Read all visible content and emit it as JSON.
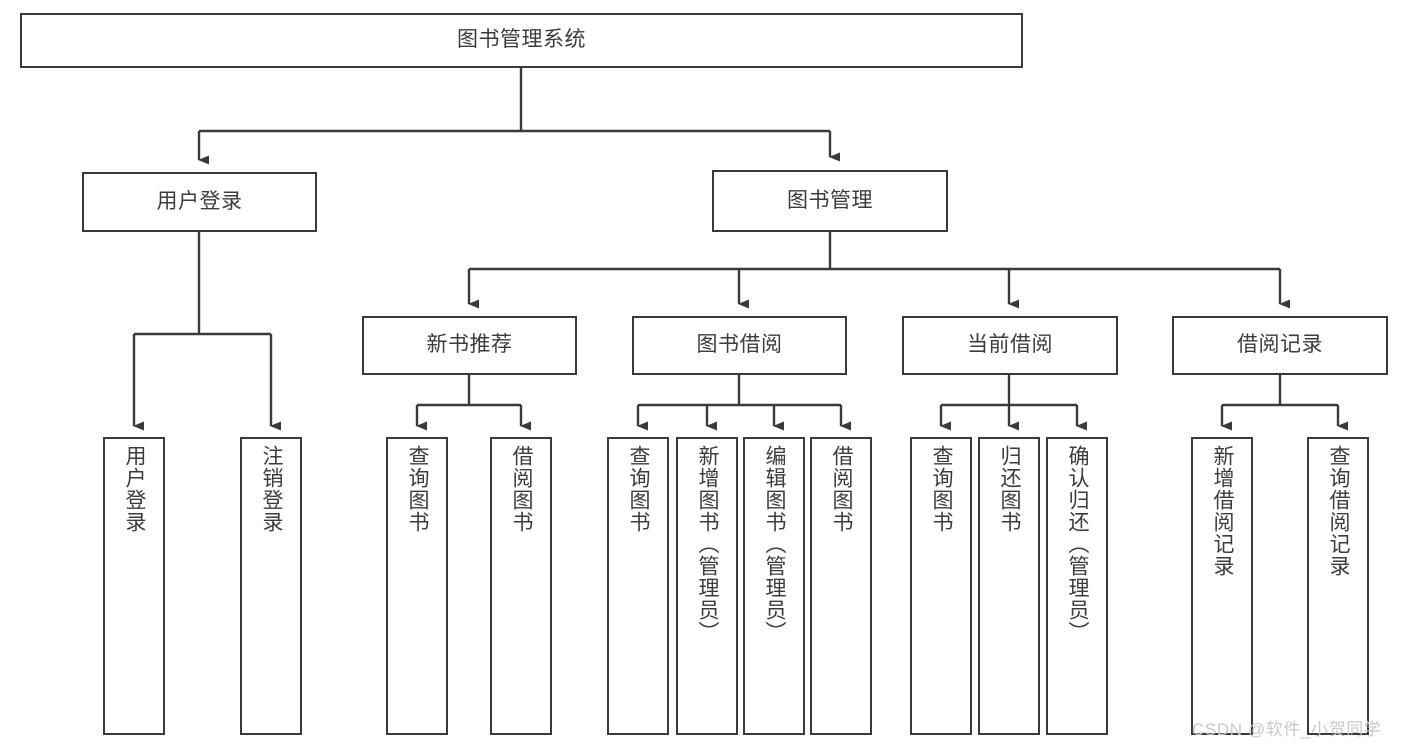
{
  "diagram": {
    "title": "图书管理系统",
    "type": "tree-hierarchy-chart",
    "watermark": "CSDN @软件_小贺同学",
    "colors": {
      "stroke": "#3a3a3a",
      "text": "#3c3c3c",
      "background": "#ffffff",
      "watermark": "#c9c9c9"
    },
    "nodes": {
      "root": {
        "label": "图书管理系统"
      },
      "level2": [
        {
          "id": "user-login",
          "label": "用户登录"
        },
        {
          "id": "book-management",
          "label": "图书管理"
        }
      ],
      "level3": [
        {
          "id": "new-book-recommend",
          "label": "新书推荐"
        },
        {
          "id": "book-borrow",
          "label": "图书借阅"
        },
        {
          "id": "current-borrow",
          "label": "当前借阅"
        },
        {
          "id": "borrow-record",
          "label": "借阅记录"
        }
      ],
      "leaves": {
        "user-login": [
          {
            "id": "leaf-user-login",
            "label": "用户登录"
          },
          {
            "id": "leaf-logout-login",
            "label": "注销登录"
          }
        ],
        "new-book-recommend": [
          {
            "id": "leaf-query-book-1",
            "label": "查询图书"
          },
          {
            "id": "leaf-borrow-book-1",
            "label": "借阅图书"
          }
        ],
        "book-borrow": [
          {
            "id": "leaf-query-book-2",
            "label": "查询图书"
          },
          {
            "id": "leaf-add-book-admin",
            "label": "新增图书（管理员）"
          },
          {
            "id": "leaf-edit-book-admin",
            "label": "编辑图书（管理员）"
          },
          {
            "id": "leaf-borrow-book-2",
            "label": "借阅图书"
          }
        ],
        "current-borrow": [
          {
            "id": "leaf-query-book-3",
            "label": "查询图书"
          },
          {
            "id": "leaf-return-book",
            "label": "归还图书"
          },
          {
            "id": "leaf-confirm-return-admin",
            "label": "确认归还（管理员）"
          }
        ],
        "borrow-record": [
          {
            "id": "leaf-add-borrow-record",
            "label": "新增借阅记录"
          },
          {
            "id": "leaf-query-borrow-record",
            "label": "查询借阅记录"
          }
        ]
      }
    }
  }
}
